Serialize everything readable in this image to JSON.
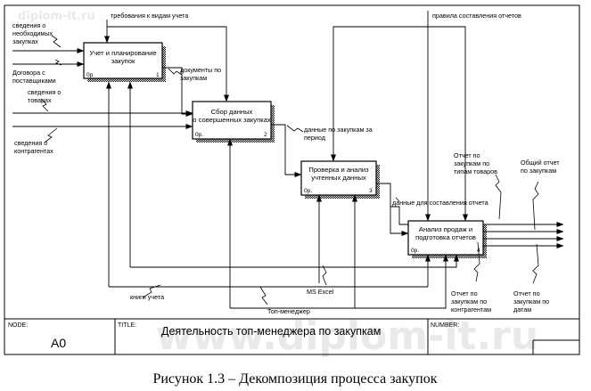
{
  "watermark": {
    "top": "diplom-it.ru",
    "bottom": "www.diplom-it.ru"
  },
  "boxes": [
    {
      "name": "Учет и планирование закупок",
      "lines": [
        "Учет и планирование",
        "закупок"
      ],
      "cost": "0р.",
      "number": "1"
    },
    {
      "name": "Сбор данных о совершенных закупках",
      "lines": [
        "Сбор данных",
        "о совершенных закупках"
      ],
      "cost": "0р.",
      "number": "2"
    },
    {
      "name": "Проверка и анализ учтенных данных",
      "lines": [
        "Проверка и анализ",
        "учтенных данных"
      ],
      "cost": "0р.",
      "number": "3"
    },
    {
      "name": "Анализ продаж и подготовка отчетов",
      "lines": [
        "Анализ продаж и",
        "подготовка отчетов"
      ],
      "cost": "0р.",
      "number": "4"
    }
  ],
  "arrow_labels": {
    "requirements": "требования к видам учета",
    "report_rules": "правила составления отчетов",
    "purchase_info": [
      "сведения о",
      "необходимых",
      "закупках"
    ],
    "supplier_contracts": [
      "Договора с",
      "поставщиками"
    ],
    "goods_info": [
      "сведения о",
      "товарах"
    ],
    "contractor_info": [
      "сведения о",
      "контрагентах"
    ],
    "purchase_docs": [
      "документы по",
      "закупкам"
    ],
    "purchase_data": [
      "данные по закупкам за",
      "период"
    ],
    "report_data": "данные для составления отчета",
    "report_by_goods": [
      "Отчет по",
      "закупкам по",
      "типам товаров"
    ],
    "general_report": [
      "Общий отчет",
      "по закупкам"
    ],
    "report_by_contractors": [
      "Отчет по",
      "закупкам по",
      "контрагентам"
    ],
    "report_by_dates": [
      "Отчет по",
      "закупкам по",
      "датам"
    ],
    "accounting_books": "книги учета",
    "ms_excel": "MS Excel",
    "top_manager": "Топ-менеджер"
  },
  "frame": {
    "node_label": "NODE:",
    "node_value": "A0",
    "title_label": "TITLE:",
    "title_value": "Деятельность  топ-менеджера  по  закупкам",
    "number_label": "NUMBER:"
  },
  "caption": "Рисунок 1.3 – Декомпозиция процесса закупок"
}
